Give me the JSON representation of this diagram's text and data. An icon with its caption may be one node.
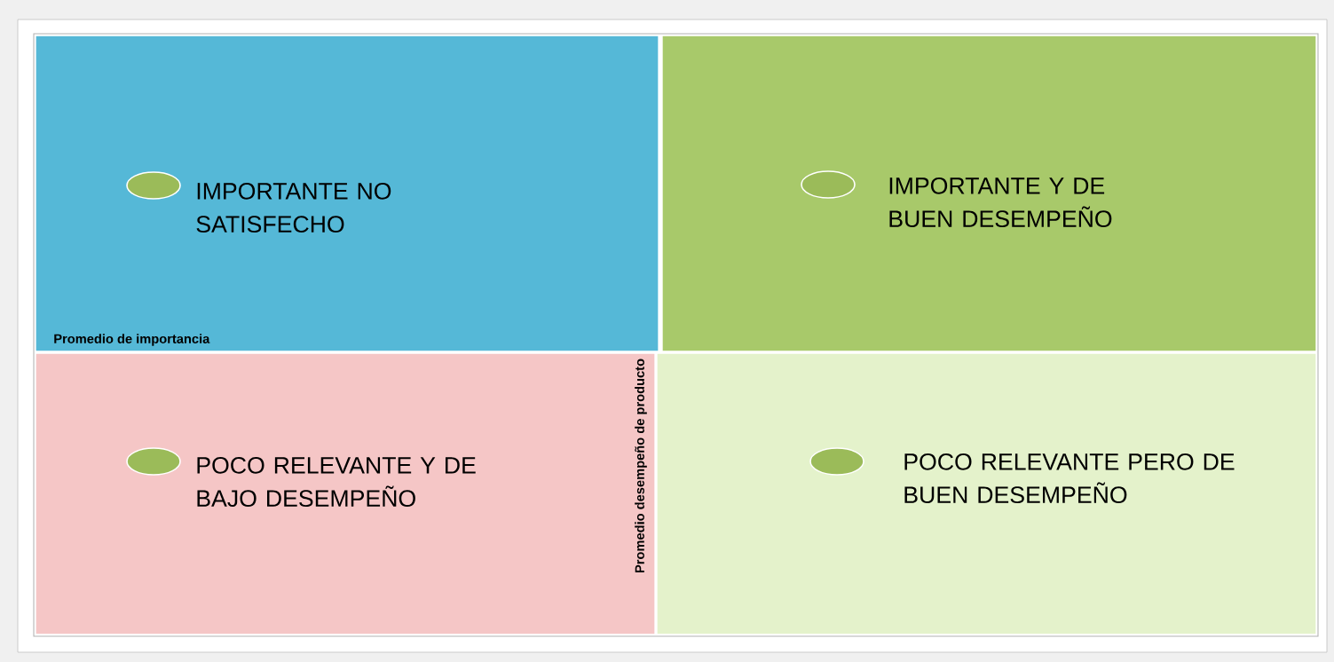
{
  "diagram": {
    "nodes": [
      {
        "text": [
          "IMPORTANTE NO SATISFECHO"
        ]
      },
      {
        "text": [
          "IMPORTANTE Y DE BUEN DESEMPEÑO"
        ]
      },
      {
        "text": [
          "POCO RELEVANTE Y DE BAJO DESEMPEÑO"
        ]
      },
      {
        "text": [
          "POCO RELEVANTE PERO DE BUEN DESEMPEÑO"
        ]
      }
    ],
    "labels": [
      "Promedio de importancia",
      "Promedio desempeño de producto"
    ]
  }
}
